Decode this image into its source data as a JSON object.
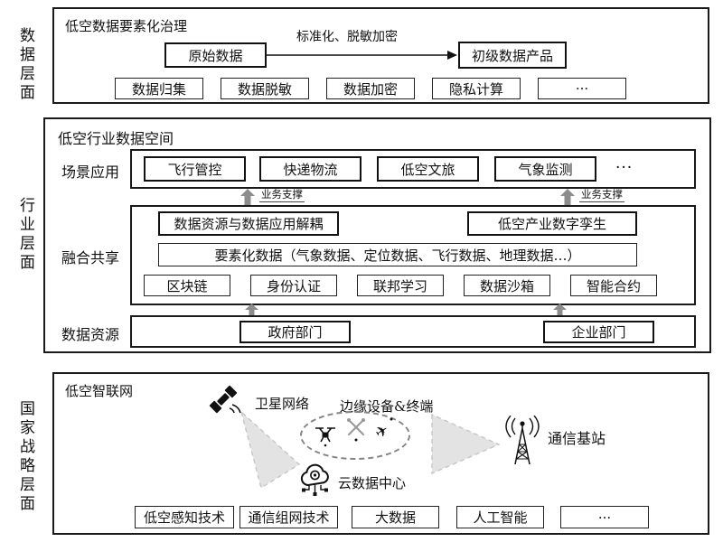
{
  "layers": {
    "data_label": "数据层面",
    "industry_label": "行业层面",
    "national_label": "国家战略层面"
  },
  "data_layer": {
    "title": "低空数据要素化治理",
    "raw_box": "原始数据",
    "arrow_label": "标准化、脱敏加密",
    "product_box": "初级数据产品",
    "process_boxes": [
      "数据归集",
      "数据脱敏",
      "数据加密",
      "隐私计算",
      "···"
    ]
  },
  "industry_layer": {
    "title": "低空行业数据空间",
    "scenario_label": "场景应用",
    "scenario_boxes": [
      "飞行管控",
      "快递物流",
      "低空文旅",
      "气象监测"
    ],
    "scenario_more": "···",
    "support_label": "业务支撑",
    "fusion_label": "融合共享",
    "decouple_box": "数据资源与数据应用解耦",
    "twin_box": "低空产业数字孪生",
    "element_box": "要素化数据（气象数据、定位数据、飞行数据、地理数据…）",
    "tech_boxes": [
      "区块链",
      "身份认证",
      "联邦学习",
      "数据沙箱",
      "智能合约"
    ],
    "resource_label": "数据资源",
    "resource_boxes": [
      "政府部门",
      "企业部门"
    ]
  },
  "national_layer": {
    "title": "低空智联网",
    "satellite_label": "卫星网络",
    "edge_label": "边缘设备&终端",
    "cloud_label": "云数据中心",
    "station_label": "通信基站",
    "tech_boxes": [
      "低空感知技术",
      "通信组网技术",
      "大数据",
      "人工智能",
      "···"
    ]
  },
  "icons": {
    "satellite": "satellite-icon",
    "drone": "drone-icon",
    "uav_x": "uav-x-icon",
    "airplane": "airplane-icon (✈)",
    "cloud_datacenter": "cloud-datacenter-icon",
    "base_station": "base-station-antenna-icon",
    "support_arrow": "gray-up-arrow-icon",
    "flow_arrow": "black-right-arrow-icon",
    "beam": "signal-beam-cone"
  },
  "colors": {
    "background": "#ffffff",
    "border": "#1a1a1a",
    "text": "#111111",
    "arrow_gray": "#8c8c8c",
    "beam_fill": "#e3e3e3",
    "beam_border": "#c6c6c6",
    "dashed_gray": "#858585"
  }
}
